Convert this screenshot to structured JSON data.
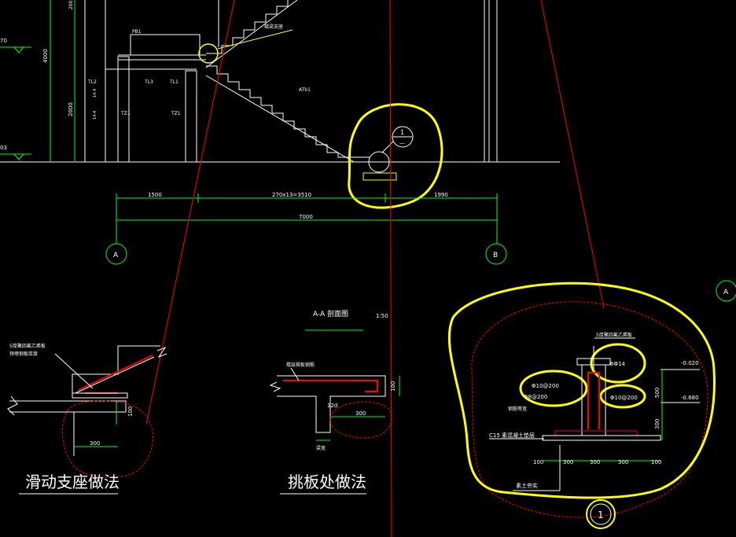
{
  "colors": {
    "background": "#000000",
    "line": "#ffffff",
    "dimension": "#00ff00",
    "axis_bubble": "#00ff00",
    "cut_line": "#ff0000",
    "markup": "#ffff00",
    "revision_cloud": "#ff0000",
    "text": "#ffffff"
  },
  "elevation": {
    "dims": [
      "4000",
      "2000"
    ],
    "labels": [
      "70",
      "03"
    ],
    "stair_labels": {
      "pb1": "PB1",
      "tl2": "TL2",
      "tl3": "TL3",
      "tl1": "TL1",
      "tz1_left": "TZ1",
      "tz1_right": "TZ1",
      "at_b1": "ATb1",
      "top_note": "梯梁支座",
      "side_note_a": "14.4",
      "side_note_b": "14.4",
      "section_mark": "1",
      "section_mark_sub": "—"
    },
    "horizontal_dims": [
      "1500",
      "270x13=3510",
      "1990"
    ],
    "total_dim": "7000",
    "axes": [
      "A",
      "B",
      "A"
    ]
  },
  "section_title": "A-A 剖面图",
  "section_scale": "1:50",
  "detail_sliding": {
    "title": "滑动支座做法",
    "note_line1": "5厚聚四氟乙烯板",
    "note_line2": "预埋钢板厚度",
    "dim_h": "100",
    "dim_w": "300"
  },
  "detail_cantilever": {
    "title": "挑板处做法",
    "top_note": "楼层梯板钢筋",
    "dim_v": "100",
    "dim_12d": "12d",
    "dim_300": "300",
    "bottom_note": "梁宽"
  },
  "detail_footing": {
    "note_top": "5厚聚四氟乙烯板",
    "rebar_top": "6Φ14",
    "rebar_left1": "Φ10@200",
    "rebar_left2": "Φ8@200",
    "rebar_right": "Φ10@200",
    "elev_top": "-0.020",
    "elev_mid": "-0.680",
    "dim_v1": "500",
    "dim_v2": "300",
    "dims_bottom": [
      "100",
      "300",
      "300",
      "300",
      "100"
    ],
    "label_mid": "钢筋等宽",
    "label_cushion": "C15 素混凝土垫层",
    "label_soil": "素土夯实",
    "detail_mark": "1"
  }
}
